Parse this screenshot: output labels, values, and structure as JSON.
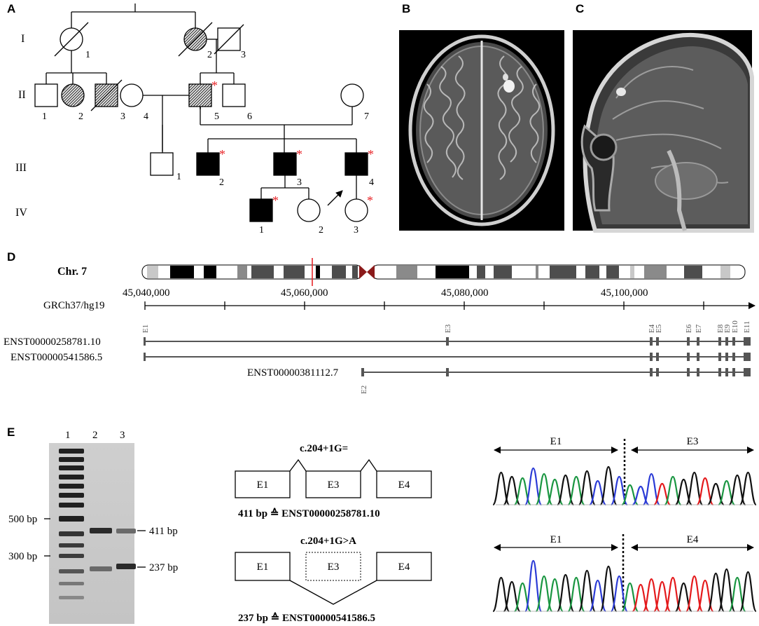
{
  "panels": {
    "A": "A",
    "B": "B",
    "C": "C",
    "D": "D",
    "E": "E"
  },
  "pedigree": {
    "generations": [
      "I",
      "II",
      "III",
      "IV"
    ],
    "individual_labels": {
      "I1": "1",
      "I2": "2",
      "I3": "3",
      "II1": "1",
      "II2": "2",
      "II3": "3",
      "II4": "4",
      "II5": "5",
      "II6": "6",
      "II7": "7",
      "III1": "1",
      "III2": "2",
      "III3": "3",
      "III4": "4",
      "IV1": "1",
      "IV2": "2",
      "IV3": "3"
    },
    "asterisk": "*",
    "colors": {
      "asterisk": "#e8262a",
      "affected": "#000000",
      "hatch": "#555555"
    }
  },
  "chromosome": {
    "label": "Chr. 7",
    "assembly": "GRCh37/hg19",
    "ticks": [
      "45,040,000",
      "45,060,000",
      "45,080,000",
      "45,100,000"
    ],
    "marker_color": "#e8262a",
    "centromere_color": "#8b1a1a"
  },
  "transcripts": [
    {
      "id": "ENST00000258781.10"
    },
    {
      "id": "ENST00000541586.5"
    },
    {
      "id": "ENST00000381112.7"
    }
  ],
  "exons": [
    "E1",
    "E2",
    "E3",
    "E4",
    "E5",
    "E6",
    "E7",
    "E8",
    "E9",
    "E10",
    "E11"
  ],
  "gel": {
    "lanes": [
      "1",
      "2",
      "3"
    ],
    "markers": [
      "500 bp",
      "300 bp"
    ],
    "bands": [
      "411 bp",
      "237 bp"
    ]
  },
  "splicing": {
    "normal": {
      "variant": "c.204+1G=",
      "exons": [
        "E1",
        "E3",
        "E4"
      ],
      "product": "411 bp ≙ ENST00000258781.10"
    },
    "mutant": {
      "variant": "c.204+1G>A",
      "exons": [
        "E1",
        "E3",
        "E4"
      ],
      "product": "237 bp ≙ ENST00000541586.5"
    }
  },
  "chromatograms": {
    "top": {
      "left": "E1",
      "right": "E3"
    },
    "bottom": {
      "left": "E1",
      "right": "E4"
    }
  }
}
